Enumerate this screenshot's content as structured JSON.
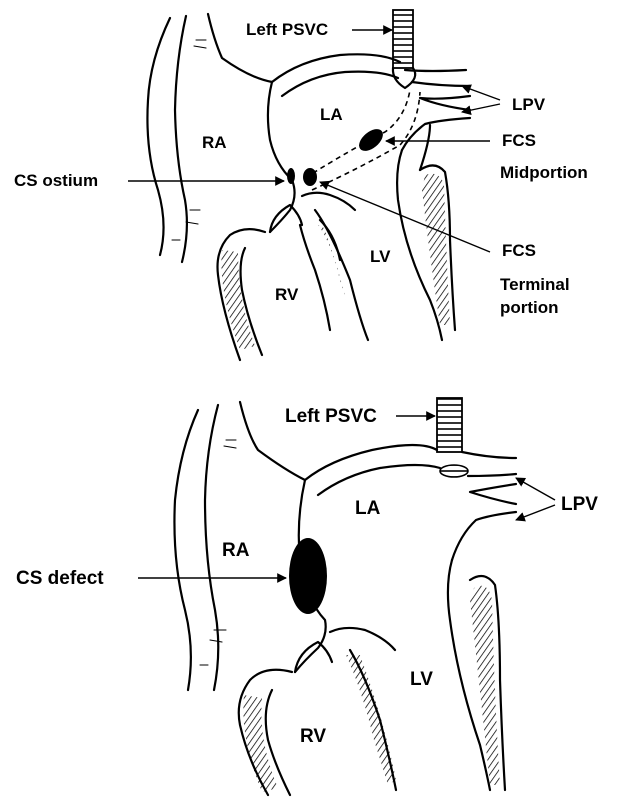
{
  "top_diagram": {
    "labels": {
      "left_psvc": "Left PSVC",
      "lpv": "LPV",
      "ra": "RA",
      "la": "LA",
      "rv": "RV",
      "lv": "LV",
      "cs_ostium": "CS ostium",
      "fcs_mid_1": "FCS",
      "fcs_mid_2": "Midportion",
      "fcs_term_1": "FCS",
      "fcs_term_2": "Terminal",
      "fcs_term_3": "portion"
    }
  },
  "bottom_diagram": {
    "labels": {
      "left_psvc": "Left PSVC",
      "lpv": "LPV",
      "ra": "RA",
      "la": "LA",
      "rv": "RV",
      "lv": "LV",
      "cs_defect": "CS defect"
    }
  }
}
